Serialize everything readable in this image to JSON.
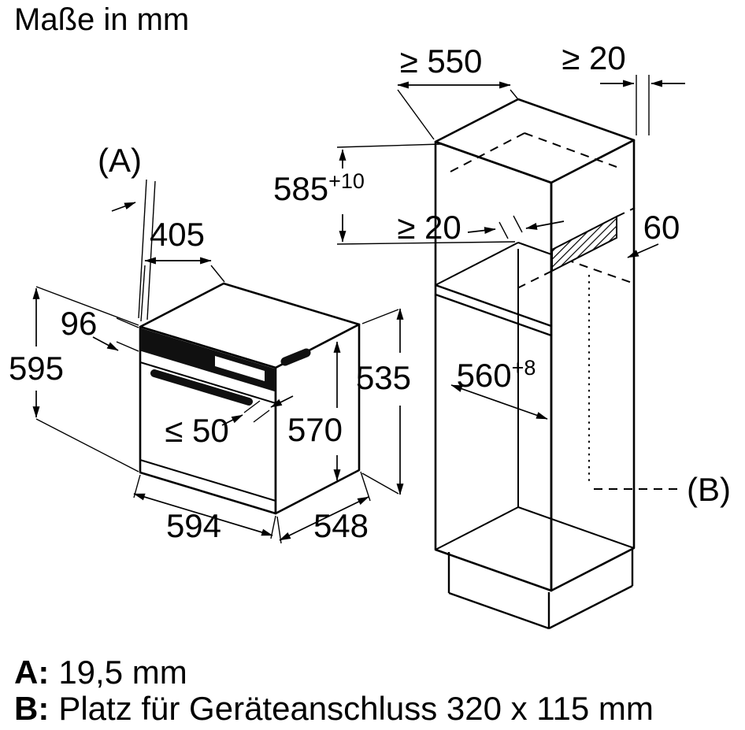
{
  "title": "Maße in mm",
  "colors": {
    "ink": "#000000",
    "paper": "#ffffff",
    "dark_fill": "#101010"
  },
  "oven": {
    "callout_a": "(A)",
    "dim_top_depth": "405",
    "dim_panel_height": "96",
    "dim_height": "595",
    "dim_handle_protrusion": "≤ 50",
    "dim_front_height": "570",
    "dim_width": "594",
    "dim_depth": "548",
    "dim_body_height": "535"
  },
  "cabinet": {
    "dim_niche_depth_min": "≥ 550",
    "dim_wall_gap_min": "≥ 20",
    "dim_niche_height": {
      "value": "585",
      "tolerance": "+10"
    },
    "dim_rear_gap_min": "≥ 20",
    "dim_vent_depth": "60",
    "dim_niche_width": {
      "value": "560",
      "tolerance": "+8"
    },
    "callout_b": "(B)"
  },
  "notes": {
    "a_label": "A:",
    "a_value": "19,5 mm",
    "b_label": "B:",
    "b_value": "Platz für Geräteanschluss 320 x 115 mm"
  }
}
